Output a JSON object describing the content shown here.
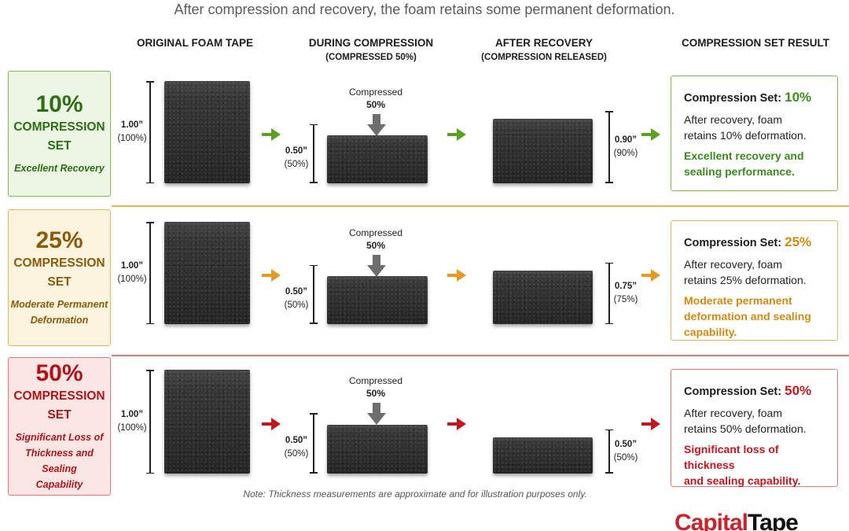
{
  "subtitle": "After compression and recovery, the foam retains some permanent deformation.",
  "columns": {
    "original": {
      "title": "ORIGINAL FOAM TAPE"
    },
    "during": {
      "title": "DURING COMPRESSION",
      "sub": "(COMPRESSED 50%)"
    },
    "after": {
      "title": "AFTER RECOVERY",
      "sub": "(COMPRESSION RELEASED)"
    },
    "result": {
      "title": "COMPRESSION SET RESULT"
    }
  },
  "rows": [
    {
      "pct": "10%",
      "cs_line1": "COMPRESSION",
      "cs_line2": "SET",
      "desc_lines": [
        "Excellent Recovery"
      ],
      "orig_value": "1.00”",
      "orig_pct": "(100%)",
      "comp_label": "Compressed",
      "comp_pct": "50%",
      "comp_value": "0.50”",
      "comp_value_pct": "(50%)",
      "after_value": "0.90”",
      "after_pct": "(90%)",
      "result_label": "Compression Set:",
      "result_value": "10%",
      "result_body_1": "After recovery, foam",
      "result_body_2": "retains 10% deformation.",
      "result_em_lines": [
        "Excellent recovery and",
        "sealing performance."
      ],
      "after_fraction": 0.9,
      "color": "#3d8a1f",
      "label_color": "#2b6e14",
      "bg": "#edf6e4",
      "border": "#7dbb5a",
      "arrow": "#5aa021"
    },
    {
      "pct": "25%",
      "cs_line1": "COMPRESSION",
      "cs_line2": "SET",
      "desc_lines": [
        "Moderate Permanent",
        "Deformation"
      ],
      "orig_value": "1.00”",
      "orig_pct": "(100%)",
      "comp_label": "Compressed",
      "comp_pct": "50%",
      "comp_value": "0.50”",
      "comp_value_pct": "(50%)",
      "after_value": "0.75”",
      "after_pct": "(75%)",
      "result_label": "Compression Set:",
      "result_value": "25%",
      "result_body_1": "After recovery, foam",
      "result_body_2": "retains 25% deformation.",
      "result_em_lines": [
        "Moderate permanent",
        "deformation and sealing",
        "capability."
      ],
      "after_fraction": 0.75,
      "color": "#d08a12",
      "label_color": "#8a5a0a",
      "bg": "#fdf4df",
      "border": "#e6b65c",
      "arrow": "#e49a22"
    },
    {
      "pct": "50%",
      "cs_line1": "COMPRESSION",
      "cs_line2": "SET",
      "desc_lines": [
        "Significant Loss of",
        "Thickness and Sealing",
        "Capability"
      ],
      "orig_value": "1.00”",
      "orig_pct": "(100%)",
      "comp_label": "Compressed",
      "comp_pct": "50%",
      "comp_value": "0.50”",
      "comp_value_pct": "(50%)",
      "after_value": "0.50”",
      "after_pct": "(50%)",
      "result_label": "Compression Set:",
      "result_value": "50%",
      "result_body_1": "After recovery, foam",
      "result_body_2": "retains 50% deformation.",
      "result_em_lines": [
        "Significant loss of thickness",
        "and sealing capability."
      ],
      "after_fraction": 0.5,
      "color": "#c4161c",
      "label_color": "#b01319",
      "bg": "#fbe6e4",
      "border": "#e07a78",
      "arrow": "#c4161c"
    }
  ],
  "note": "Note: Thickness measurements are approximate and for illustration purposes only.",
  "brand": {
    "capital": "Capital",
    "tape": "Tape"
  }
}
